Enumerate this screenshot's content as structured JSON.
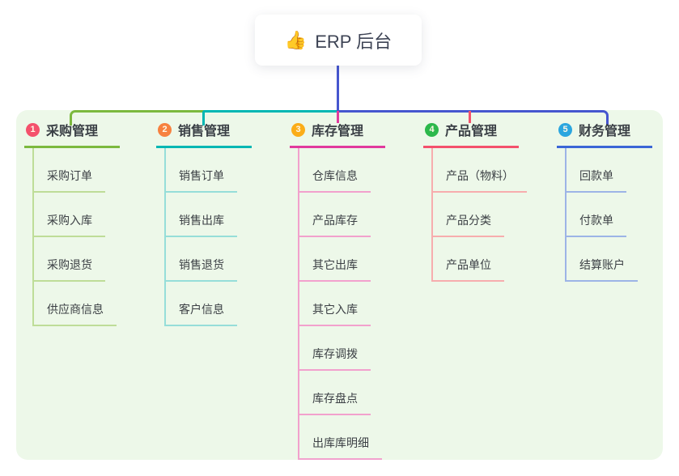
{
  "root": {
    "label": "ERP 后台",
    "icon": "👍",
    "icon_name": "thumbs-up-icon",
    "card_background": "#ffffff"
  },
  "canvas": {
    "panel_background": "#edf8e9",
    "page_background": "#ffffff",
    "root_stem_color": "#4656cf"
  },
  "branches": [
    {
      "number": "1",
      "label": "采购管理",
      "badge_color": "#f4516c",
      "line_color": "#7cb93e",
      "child_line_color": "#bedd98",
      "children": [
        "采购订单",
        "采购入库",
        "采购退货",
        "供应商信息"
      ]
    },
    {
      "number": "2",
      "label": "销售管理",
      "badge_color": "#f7813f",
      "line_color": "#00b7b3",
      "child_line_color": "#96ded9",
      "children": [
        "销售订单",
        "销售出库",
        "销售退货",
        "客户信息"
      ]
    },
    {
      "number": "3",
      "label": "库存管理",
      "badge_color": "#fbad18",
      "line_color": "#e13a9d",
      "child_line_color": "#f2a1cd",
      "children": [
        "仓库信息",
        "产品库存",
        "其它出库",
        "其它入库",
        "库存调拨",
        "库存盘点",
        "出库库明细"
      ]
    },
    {
      "number": "4",
      "label": "产品管理",
      "badge_color": "#2cb84b",
      "line_color": "#f4516c",
      "child_line_color": "#f7adae",
      "children": [
        "产品（物料）",
        "产品分类",
        "产品单位"
      ]
    },
    {
      "number": "5",
      "label": "财务管理",
      "badge_color": "#2ba6df",
      "line_color": "#3b66d6",
      "child_line_color": "#9db4e6",
      "children": [
        "回款单",
        "付款单",
        "结算账户"
      ]
    }
  ]
}
